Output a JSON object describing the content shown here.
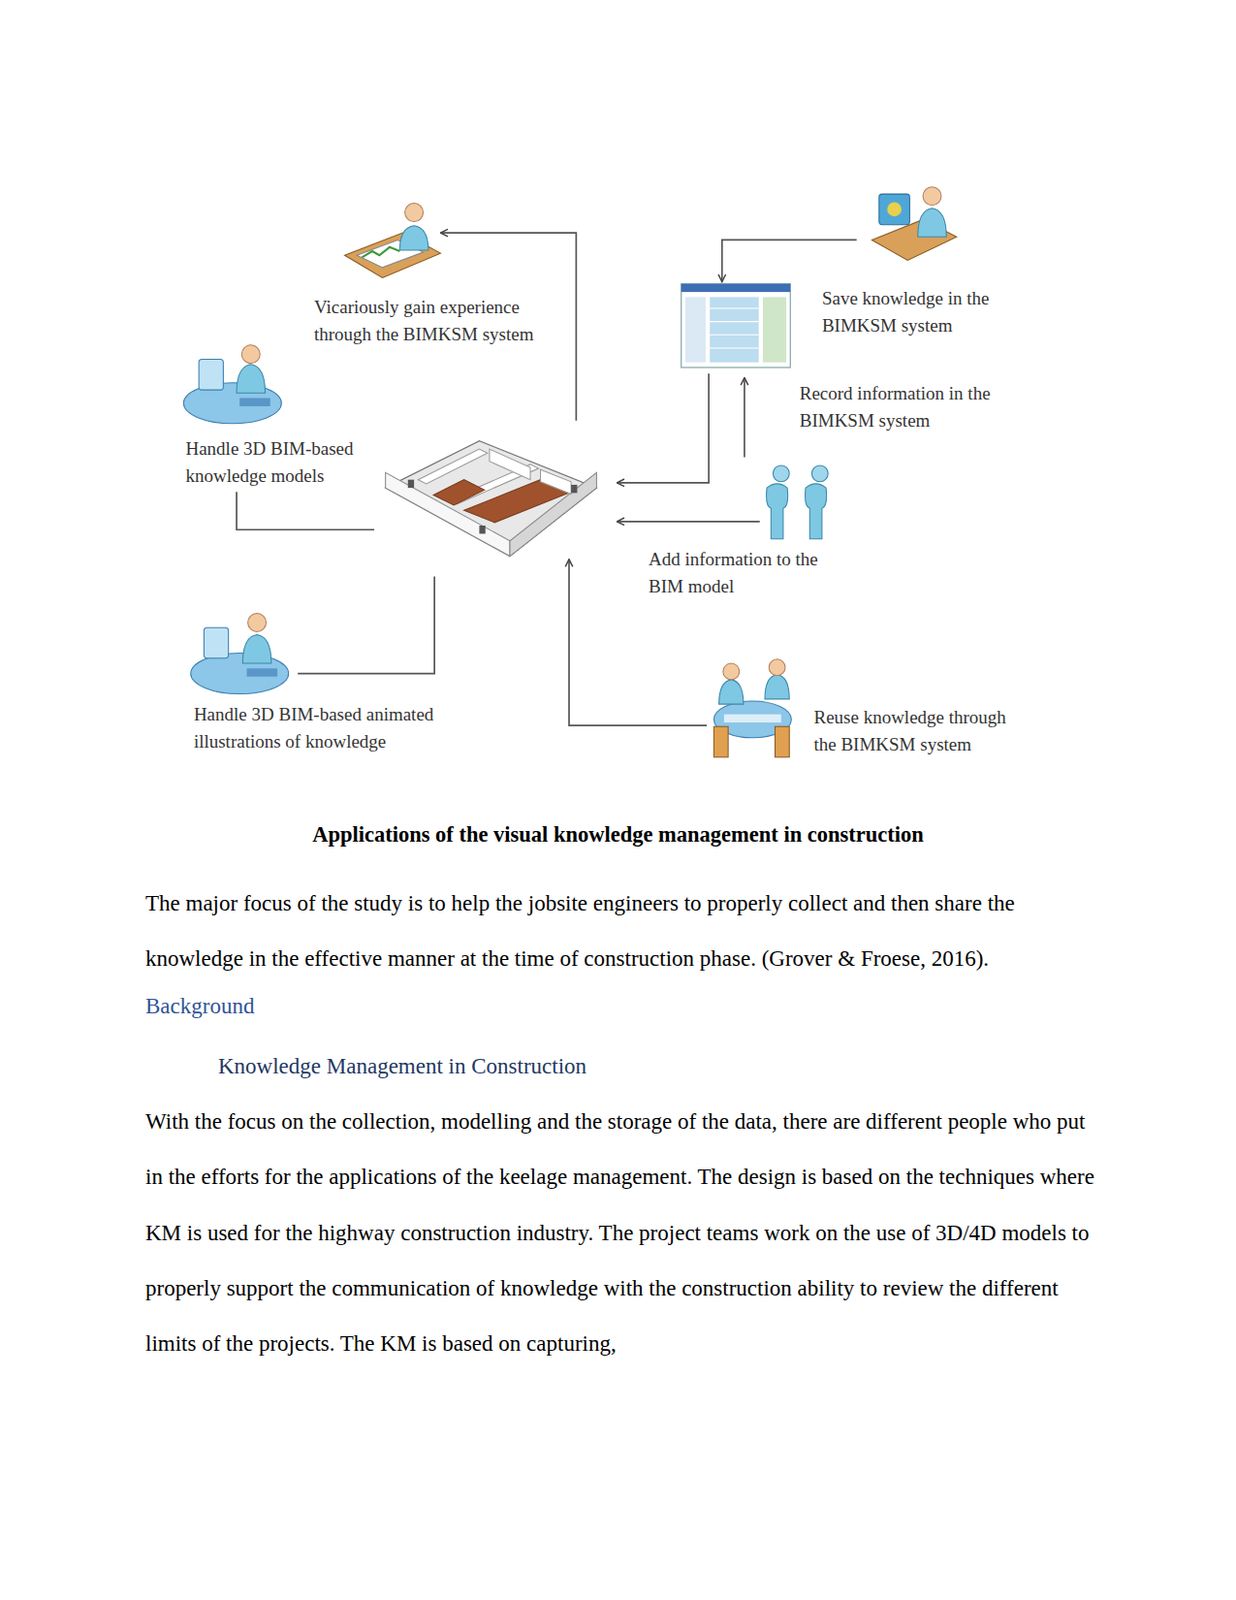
{
  "diagram": {
    "caption": "Applications of the visual knowledge management in construction",
    "nodes": [
      {
        "text": [
          "Vicariously gain experience through the BIMKSM system"
        ]
      },
      {
        "text": [
          "Save knowledge in the BIMKSM system"
        ]
      },
      {
        "text": [
          "Handle 3D BIM-based knowledge models"
        ]
      },
      {
        "text": [
          "Add information to the BIM model"
        ]
      },
      {
        "text": [
          "Handle 3D BIM-based animated illustrations of knowledge"
        ]
      },
      {
        "text": [
          "Reuse knowledge through the BIMKSM system"
        ]
      }
    ],
    "labels": [
      "Record information in the BIMKSM system",
      "The major focus of the study is to help the jobsite engineers to properly collect and then share the knowledge in the effective manner at the time of construction phase. (Grover & Froese, 2016).",
      "Background",
      "Knowledge Management in Construction",
      "With the focus on the collection, modelling and the storage of the data, there are different people who put in the efforts for the applications of the keelage management. The design is based on the techniques where KM is used for the highway construction industry. The project teams work on the use of 3D/4D models to properly support the communication of knowledge with the construction ability to review the different limits of the projects. The KM is based on capturing,"
    ]
  }
}
